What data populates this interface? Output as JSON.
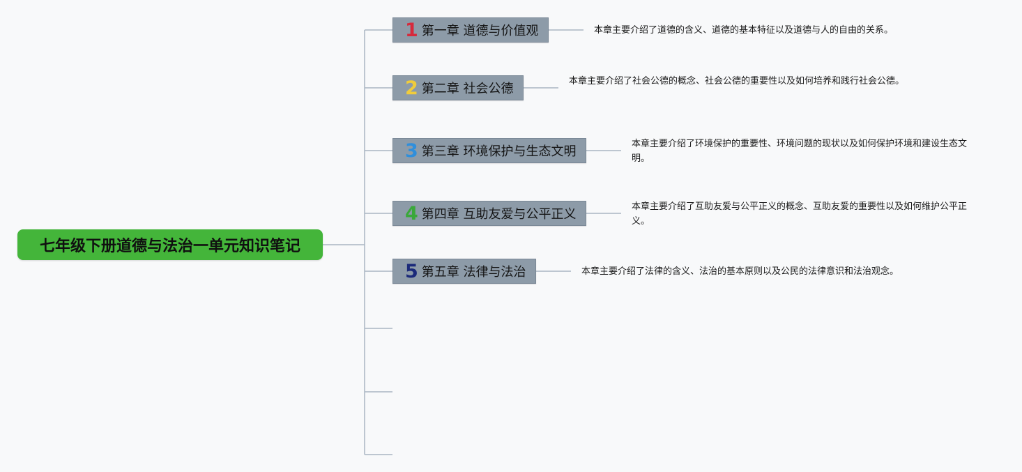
{
  "root": {
    "title": "七年级下册道德与法治一单元知识笔记"
  },
  "chapters": [
    {
      "num": "1",
      "num_color": "#d62a3c",
      "title": "第一章 道德与价值观",
      "desc": "本章主要介绍了道德的含义、道德的基本特征以及道德与人的自由的关系。"
    },
    {
      "num": "2",
      "num_color": "#f0cc3c",
      "title": "第二章 社会公德",
      "desc": "本章主要介绍了社会公德的概念、社会公德的重要性以及如何培养和践行社会公德。"
    },
    {
      "num": "3",
      "num_color": "#2f8fdc",
      "title": "第三章 环境保护与生态文明",
      "desc": "本章主要介绍了环境保护的重要性、环境问题的现状以及如何保护环境和建设生态文明。"
    },
    {
      "num": "4",
      "num_color": "#3aa83a",
      "title": "第四章 互助友爱与公平正义",
      "desc": "本章主要介绍了互助友爱与公平正义的概念、互助友爱的重要性以及如何维护公平正义。"
    },
    {
      "num": "5",
      "num_color": "#1b2a7a",
      "title": "第五章 法律与法治",
      "desc": "本章主要介绍了法律的含义、法治的基本原则以及公民的法律意识和法治观念。"
    }
  ],
  "colors": {
    "line": "#a9b6c2",
    "root_bg": "#44b53a",
    "node_bg": "#8d9ba8"
  }
}
